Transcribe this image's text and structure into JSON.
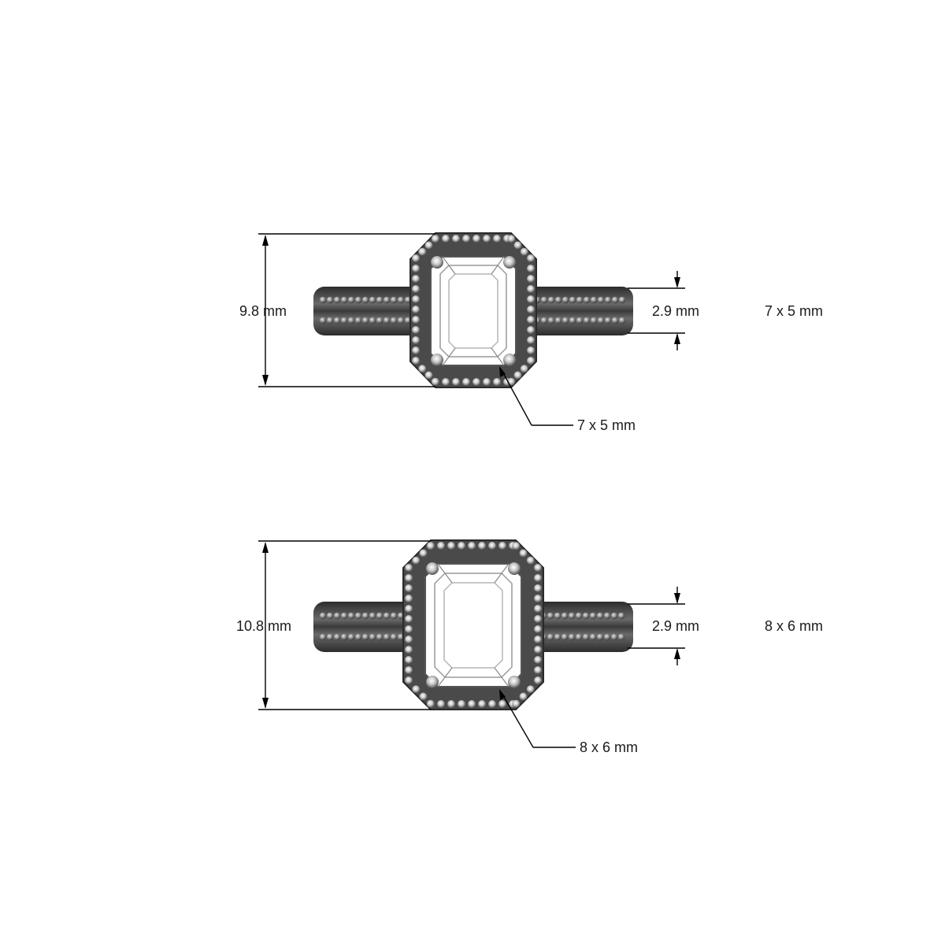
{
  "figures": [
    {
      "id": "ring-1",
      "overall_height_label": "9.8 mm",
      "band_width_label": "2.9 mm",
      "stone_size_label": "7 x 5 mm",
      "callout_label": "7 x 5 mm"
    },
    {
      "id": "ring-2",
      "overall_height_label": "10.8 mm",
      "band_width_label": "2.9 mm",
      "stone_size_label": "8 x 6 mm",
      "callout_label": "8 x 6 mm"
    }
  ],
  "colors": {
    "metal_dark": "#3a3a3a",
    "metal_mid": "#6e6e6e",
    "metal_light": "#bdbdbd",
    "stone_fill": "#ffffff",
    "line": "#000000"
  }
}
